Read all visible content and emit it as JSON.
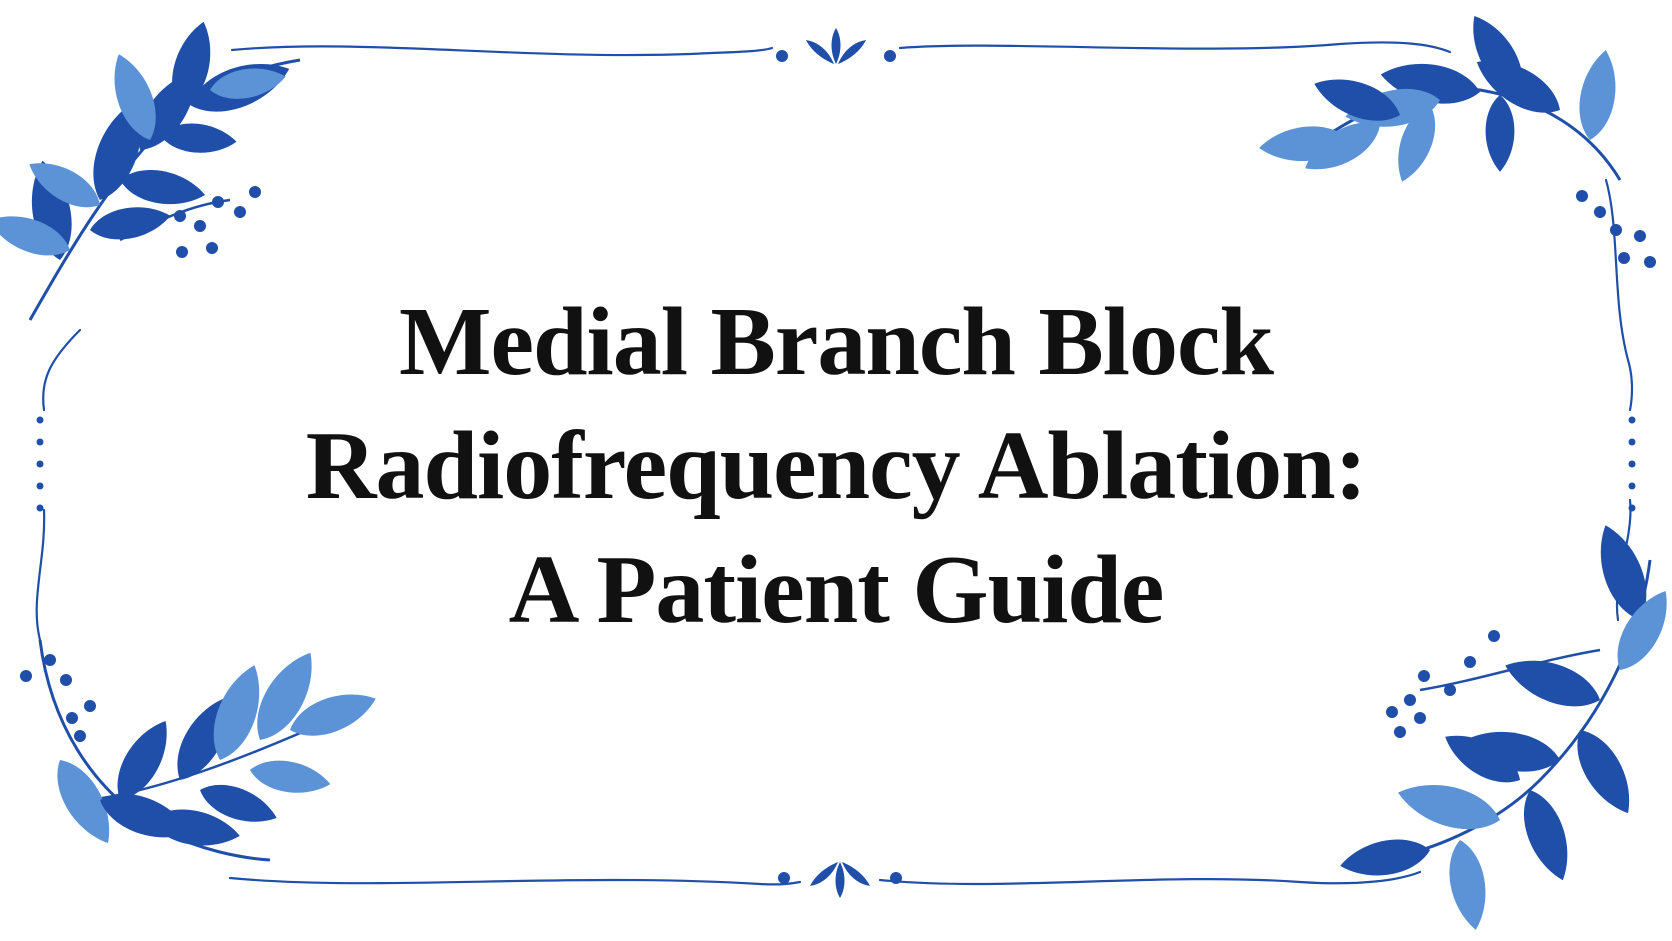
{
  "title": {
    "lines": [
      "Medial Branch Block",
      "Radiofrequency Ablation:",
      "A Patient Guide"
    ]
  },
  "colors": {
    "background": "#ffffff",
    "text": "#111111",
    "leaf_dark": "#1f4fa8",
    "leaf_light": "#5b93d6",
    "line": "#1f4fa8"
  },
  "decor": {
    "frame": "botanical-border",
    "corner_ornament": "leaf-sprig-icon",
    "center_ornament": "fleur-icon",
    "side_ornament": "dot-column-icon"
  }
}
